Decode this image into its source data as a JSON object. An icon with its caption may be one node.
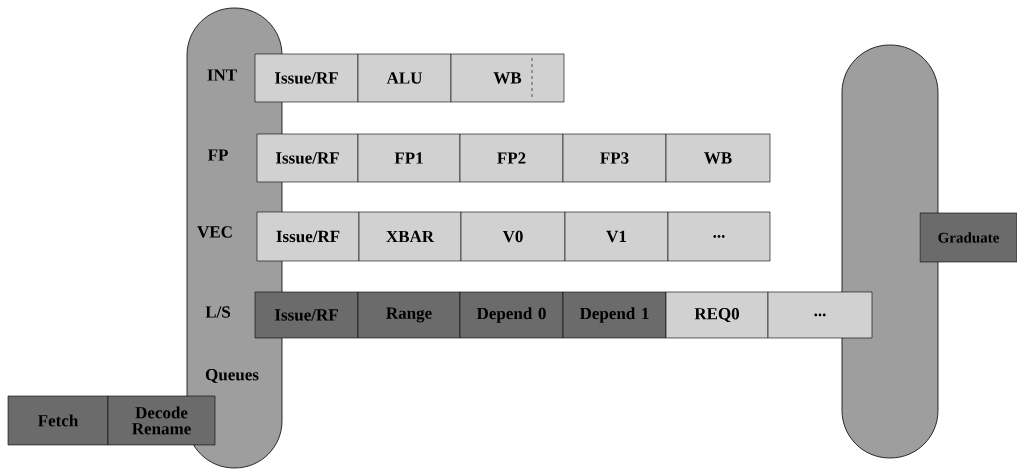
{
  "diagram": {
    "nodes": [
      {
        "text": [
          "INT",
          "FP",
          "VEC",
          "L/S",
          "Queues"
        ]
      },
      {
        "text": [],
        "shape": "box"
      },
      {
        "text": [
          "Issue/RF"
        ]
      },
      {
        "text": [
          "ALU"
        ]
      },
      {
        "text": [
          "WB"
        ]
      },
      {
        "text": [
          "Issue/RF"
        ]
      },
      {
        "text": [
          "FP1"
        ]
      },
      {
        "text": [
          "FP2"
        ]
      },
      {
        "text": [
          "FP3"
        ]
      },
      {
        "text": [
          "WB"
        ]
      },
      {
        "text": [
          "Issue/RF"
        ]
      },
      {
        "text": [
          "XBAR"
        ]
      },
      {
        "text": [
          "V0"
        ]
      },
      {
        "text": [
          "V1"
        ]
      },
      {
        "text": [
          "..."
        ]
      },
      {
        "text": [
          "Issue/RF"
        ]
      },
      {
        "text": [
          "Range"
        ]
      },
      {
        "text": [
          "Depend 0"
        ]
      },
      {
        "text": [
          "Depend 1"
        ]
      },
      {
        "text": [
          "REQ0"
        ]
      },
      {
        "text": [
          "..."
        ]
      },
      {
        "text": [
          "Graduate"
        ]
      },
      {
        "text": [
          "Fetch"
        ]
      },
      {
        "text": [
          "Decode Rename"
        ]
      }
    ]
  }
}
